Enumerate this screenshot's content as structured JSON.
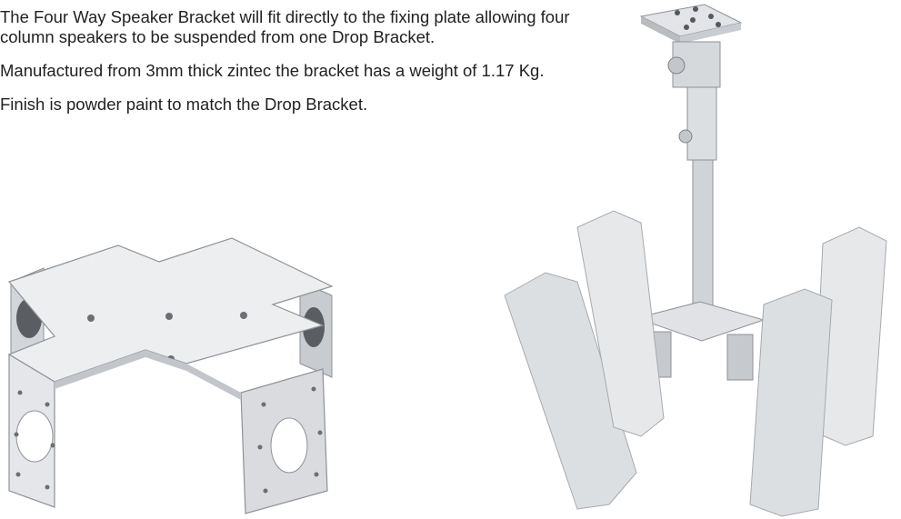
{
  "document": {
    "paragraphs": [
      "The Four Way Speaker Bracket will fit directly to the fixing plate allowing four column speakers to be suspended from one Drop Bracket.",
      "Manufactured from 3mm thick zintec the bracket has a weight of 1.17 Kg.",
      "Finish is powder paint to match the Drop Bracket."
    ]
  },
  "figures": {
    "bracket_icon": "four-way-bracket-illustration",
    "assembly_icon": "speaker-assembly-illustration",
    "colors": {
      "metal_light": "#eceef0",
      "metal_mid": "#d2d5d9",
      "metal_dark": "#b4b8bd",
      "outline": "#8e9296"
    }
  }
}
